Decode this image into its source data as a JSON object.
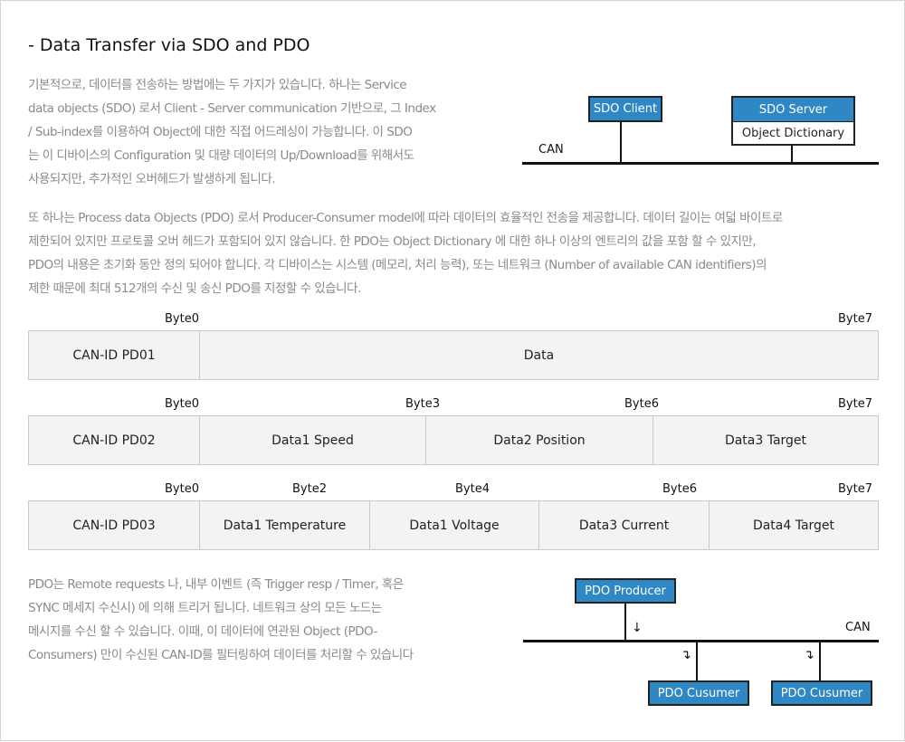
{
  "title": "- Data Transfer via SDO and PDO",
  "para1": [
    "기본적으로, 데이터를 전송하는 방법에는 두 가지가 있습니다. 하나는 Service",
    "data objects (SDO) 로서 Client - Server communication 기반으로, 그 Index",
    "/ Sub-index를 이용하여 Object에 대한 직접 어드레싱이 가능합니다. 이 SDO",
    "는 이 디바이스의 Configuration 및 대량 데이터의 Up/Download를 위해서도",
    "사용되지만, 추가적인 오버헤드가 발생하게 됩니다."
  ],
  "para2": [
    "또 하나는 Process data Objects (PDO) 로서 Producer-Consumer model에 따라 데이터의 효율적인 전송을 제공합니다. 데이터 길이는 여덟 바이트로",
    "제한되어 있지만 프로토콜 오버 헤드가 포함되어 있지 않습니다. 한 PDO는 Object Dictionary 에 대한 하나 이상의 엔트리의 값을 포함 할 수 있지만,",
    "PDO의 내용은 초기화 동안 정의 되어야 합니다. 각 디바이스는 시스템 (메모리, 처리 능력), 또는 네트워크 (Number of available CAN identifiers)의",
    "제한 때문에 최대 512개의 수신 및 송신 PDO를 지정할 수 있습니다."
  ],
  "para3": [
    "PDO는 Remote requests 나, 내부 이벤트 (즉 Trigger resp / Timer, 혹은",
    "SYNC 메세지 수신시) 에 의해 트리거 됩니다. 네트워크 상의 모든 노드는",
    "메시지를 수신 할 수 있습니다. 이때, 이 데이터에 연관된 Object (PDO-",
    "Consumers) 만이 수신된 CAN-ID를 필터링하여 데이터를 처리할 수 있습니다"
  ],
  "sdo_diagram": {
    "bus_label": "CAN",
    "client": "SDO Client",
    "server": "SDO Server",
    "dictionary": "Object Dictionary"
  },
  "pdo_frames": [
    {
      "bytes": [
        "Byte0",
        "Byte7"
      ],
      "id": "CAN-ID PD01",
      "fields": [
        "Data"
      ]
    },
    {
      "bytes": [
        "Byte0",
        "Byte3",
        "Byte6",
        "Byte7"
      ],
      "id": "CAN-ID PD02",
      "fields": [
        "Data1 Speed",
        "Data2 Position",
        "Data3 Target"
      ]
    },
    {
      "bytes": [
        "Byte0",
        "Byte2",
        "Byte4",
        "Byte6",
        "Byte7"
      ],
      "id": "CAN-ID PD03",
      "fields": [
        "Data1 Temperature",
        "Data1 Voltage",
        "Data3 Current",
        "Data4 Target"
      ]
    }
  ],
  "pdo_diagram": {
    "bus_label": "CAN",
    "producer": "PDO Producer",
    "consumer1": "PDO Cusumer",
    "consumer2": "PDO Cusumer"
  }
}
